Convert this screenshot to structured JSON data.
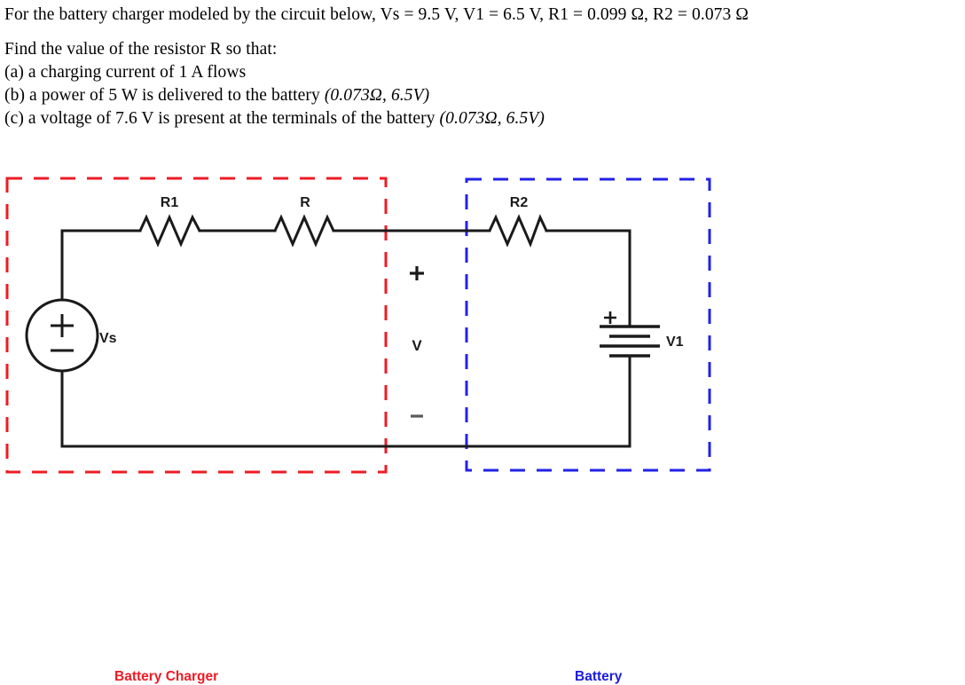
{
  "problem": {
    "intro_line": "For the battery charger modeled by the circuit below, Vs = 9.5 V,   V1 = 6.5 V,   R1 = 0.099 Ω,   R2 = 0.073 Ω",
    "prompt_line": "Find the value of the resistor R so that:",
    "items": [
      {
        "label": "(a) a charging current of 1 A flows",
        "hint": ""
      },
      {
        "label": "(b) a power of 5 W is delivered to the battery ",
        "hint": "(0.073Ω, 6.5V)"
      },
      {
        "label": "(c) a voltage of 7.6 V is present at the terminals of the battery ",
        "hint": "(0.073Ω, 6.5V)"
      }
    ]
  },
  "circuit": {
    "source_label": "Vs",
    "resistor_r1_label": "R1",
    "resistor_r_label": "R",
    "resistor_r2_label": "R2",
    "battery_label": "V1",
    "battery_plus_label": "+",
    "terminal_voltage_label": "V",
    "terminal_plus_label": "+",
    "terminal_minus_label": "−",
    "source_plus_label": "+",
    "source_minus_label": "−"
  },
  "captions": {
    "charger_group": "Battery Charger",
    "battery_group": "Battery"
  },
  "colors": {
    "charger_box": "#ee1b24",
    "battery_box": "#2222e8",
    "wire": "#1a1a1a",
    "background": "#ffffff"
  }
}
